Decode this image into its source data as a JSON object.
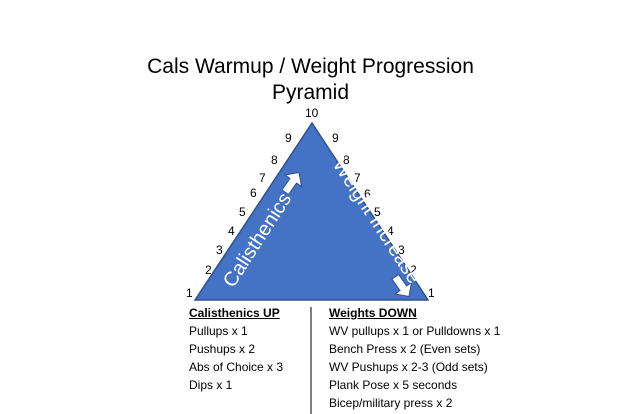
{
  "title": {
    "line1": "Cals Warmup / Weight Progression",
    "line2": "Pyramid"
  },
  "colors": {
    "triangle_fill": "#4472C4",
    "triangle_stroke": "#2F528F",
    "arrow_fill": "#FFFFFF",
    "divider": "#000000"
  },
  "pyramid": {
    "top_label": "10",
    "left_side_numbers": [
      "1",
      "2",
      "3",
      "4",
      "5",
      "6",
      "7",
      "8",
      "9"
    ],
    "right_side_numbers": [
      "9",
      "8",
      "7",
      "6",
      "5",
      "4",
      "3",
      "2",
      "1"
    ],
    "left_text": "Calisthenics",
    "right_text": "Weight Increase",
    "left_arrow_icon": "arrow-up-right-icon",
    "right_arrow_icon": "arrow-down-right-icon"
  },
  "lists": {
    "calisthenics": {
      "heading": "Calisthenics UP",
      "items": [
        "Pullups x 1",
        "Pushups x 2",
        "Abs of Choice x 3",
        "Dips x 1"
      ]
    },
    "weights": {
      "heading": "Weights DOWN",
      "items": [
        "WV pullups x 1 or Pulldowns x 1",
        "Bench Press x 2 (Even sets)",
        "WV Pushups x 2-3 (Odd sets)",
        "Plank Pose x 5 seconds",
        "Bicep/military press x 2"
      ]
    }
  }
}
